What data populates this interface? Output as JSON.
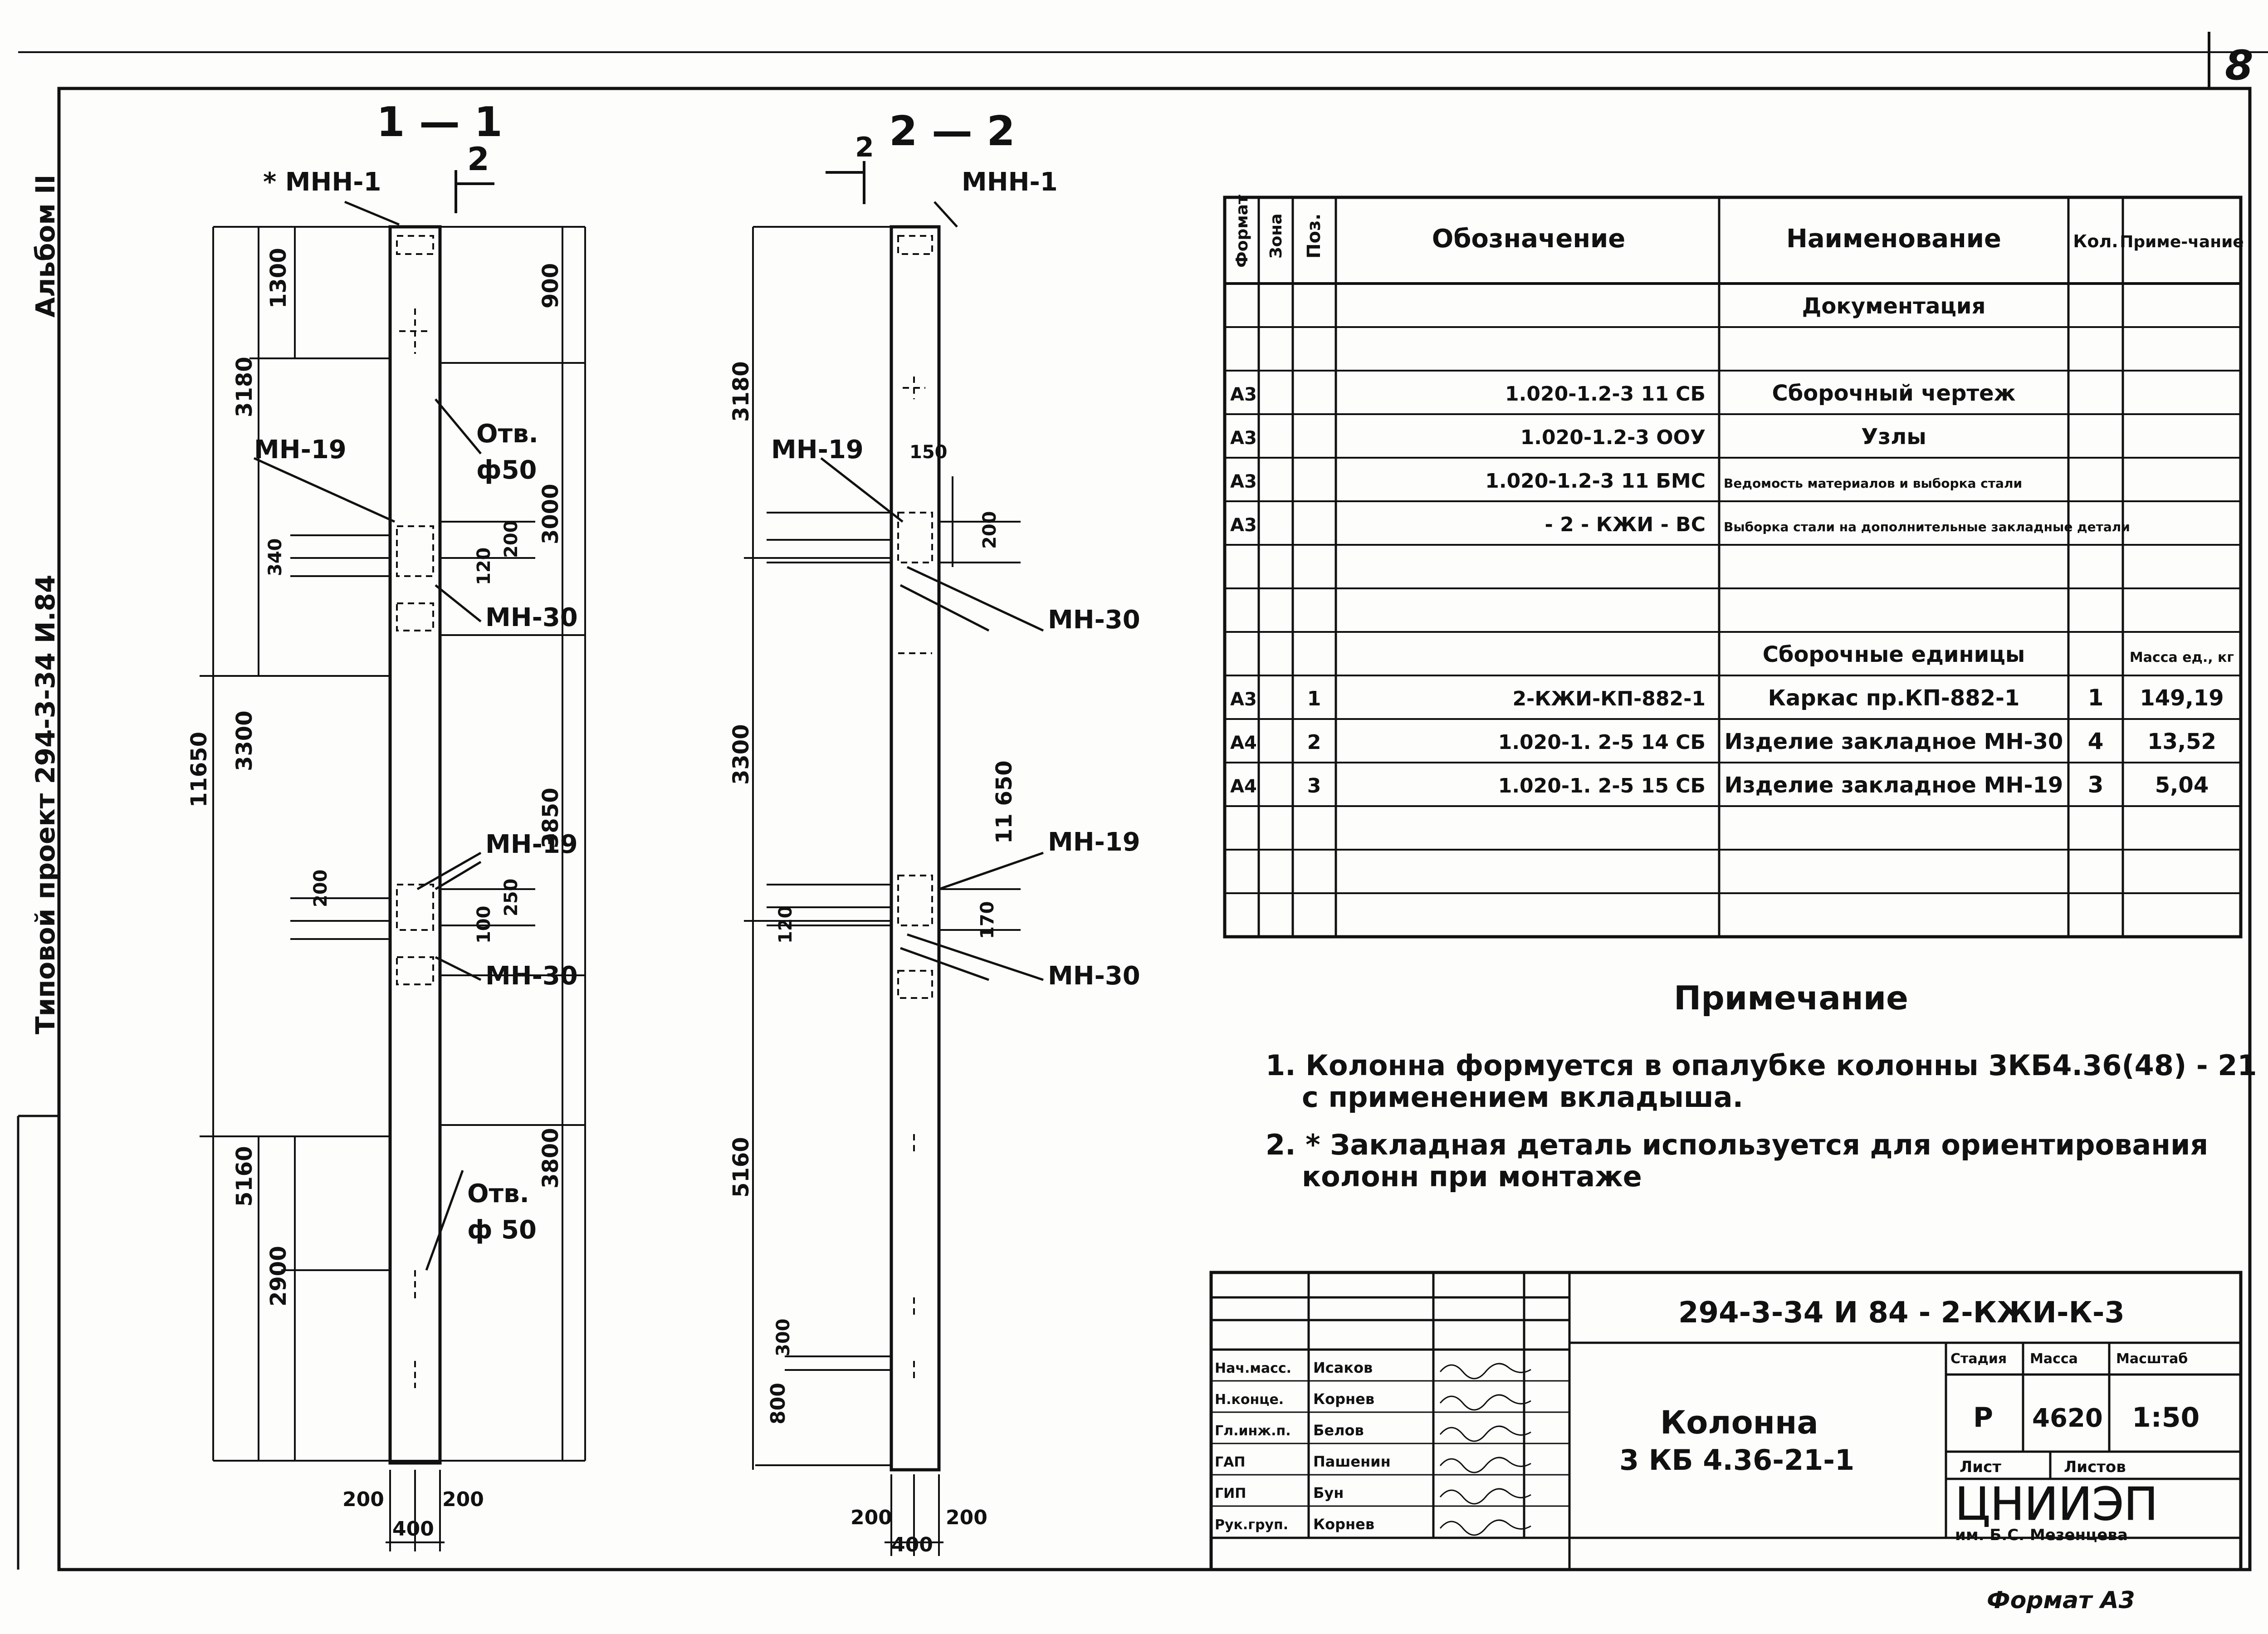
{
  "sheet": {
    "page_number": "8",
    "format_label": "Формат А3"
  },
  "sidebar": {
    "album": "Альбом II",
    "project": "Типовой проект 294-3-34 И.84"
  },
  "sections": {
    "section_1": {
      "title": "1 — 1",
      "marker": "2",
      "labels": {
        "mn1": "* МНН-1",
        "mn19_top": "МН-19",
        "mn30_top": "МН-30",
        "mn19_mid": "МН-19",
        "mn30_mid": "МН-30",
        "opening_top": "Отв.",
        "opening_top_d": "ф50",
        "opening_bottom": "Отв.",
        "opening_bottom_d": "ф 50"
      },
      "dims": {
        "d1300": "1300",
        "d3180": "3180",
        "d900": "900",
        "d3000": "3000",
        "d3300": "3300",
        "d11650": "11650",
        "d3850": "3850",
        "d5160": "5160",
        "d3800": "3800",
        "d2900": "2900",
        "d200a": "200",
        "d120": "120",
        "d340": "340",
        "d200b": "200",
        "d100": "100",
        "d250": "250",
        "w200l": "200",
        "w200r": "200",
        "w400": "400"
      }
    },
    "section_2": {
      "title": "2 — 2",
      "marker": "2",
      "labels": {
        "mnn1": "МНН-1",
        "mn19_top": "МН-19",
        "mn30_top": "МН-30",
        "mn19_mid": "МН-19",
        "mn30_mid": "МН-30"
      },
      "dims": {
        "d3180": "3180",
        "d150": "150",
        "d200": "200",
        "d3300": "3300",
        "d11650": "11 650",
        "d5160": "5160",
        "d800": "800",
        "d300": "300",
        "d120": "120",
        "d170": "170",
        "w200l": "200",
        "w200r": "200",
        "w400": "400"
      }
    }
  },
  "spec_table": {
    "headers": {
      "format": "Формат",
      "zone": "Зона",
      "pos": "Поз.",
      "designation": "Обозначение",
      "name": "Наименование",
      "qty": "Кол.",
      "note": "Приме-чание"
    },
    "rows": [
      {
        "format": "",
        "pos": "",
        "designation": "",
        "name": "Документация",
        "qty": "",
        "note": ""
      },
      {
        "format": "",
        "pos": "",
        "designation": "",
        "name": "",
        "qty": "",
        "note": ""
      },
      {
        "format": "А3",
        "pos": "",
        "designation": "1.020-1.2-3   11 СБ",
        "name": "Сборочный чертеж",
        "qty": "",
        "note": ""
      },
      {
        "format": "А3",
        "pos": "",
        "designation": "1.020-1.2-3   ООУ",
        "name": "Узлы",
        "qty": "",
        "note": ""
      },
      {
        "format": "А3",
        "pos": "",
        "designation": "1.020-1.2-3  11 БМС",
        "name": "Ведомость материалов и выборка стали",
        "qty": "",
        "note": ""
      },
      {
        "format": "А3",
        "pos": "",
        "designation": "- 2 - КЖИ - ВС",
        "name": "Выборка стали на дополнительные закладные детали",
        "qty": "",
        "note": ""
      },
      {
        "format": "",
        "pos": "",
        "designation": "",
        "name": "",
        "qty": "",
        "note": ""
      },
      {
        "format": "",
        "pos": "",
        "designation": "",
        "name": "",
        "qty": "",
        "note": ""
      },
      {
        "format": "",
        "pos": "",
        "designation": "",
        "name": "Сборочные единицы",
        "qty": "",
        "note": "Масса ед., кг"
      },
      {
        "format": "А3",
        "pos": "1",
        "designation": "2-КЖИ-КП-882-1",
        "name": "Каркас пр.КП-882-1",
        "qty": "1",
        "note": "149,19"
      },
      {
        "format": "А4",
        "pos": "2",
        "designation": "1.020-1. 2-5   14 СБ",
        "name": "Изделие закладное  МН-30",
        "qty": "4",
        "note": "13,52"
      },
      {
        "format": "А4",
        "pos": "3",
        "designation": "1.020-1. 2-5   15 СБ",
        "name": "Изделие закладное МН-19",
        "qty": "3",
        "note": "5,04"
      },
      {
        "format": "",
        "pos": "",
        "designation": "",
        "name": "",
        "qty": "",
        "note": ""
      },
      {
        "format": "",
        "pos": "",
        "designation": "",
        "name": "",
        "qty": "",
        "note": ""
      },
      {
        "format": "",
        "pos": "",
        "designation": "",
        "name": "",
        "qty": "",
        "note": ""
      }
    ]
  },
  "notes": {
    "heading": "Примечание",
    "item1_line1": "1. Колонна формуется в опалубке колонны 3КБ4.36(48) - 21",
    "item1_line2": "с применением вкладыша.",
    "item2_line1": "2. * Закладная деталь используется для ориентирования",
    "item2_line2": "колонн при монтаже"
  },
  "title_block": {
    "code": "294-3-34 И 84 - 2-КЖИ-К-3",
    "title_line1": "Колонна",
    "title_line2": "3 КБ 4.36-21-1",
    "stage_header": "Стадия",
    "mass_header": "Масса",
    "scale_header": "Масштаб",
    "stage": "Р",
    "mass": "4620",
    "scale": "1:50",
    "sheet_label": "Лист",
    "sheets_label": "Листов",
    "org": "ЦНИИЭП",
    "org_sub": "им. Б.С. Мезенцева",
    "staff": [
      {
        "role": "Нач.масс.",
        "name": "Исаков"
      },
      {
        "role": "Н.конце.",
        "name": "Корнев"
      },
      {
        "role": "Гл.инж.п.",
        "name": "Белов"
      },
      {
        "role": "ГАП",
        "name": "Пашенин"
      },
      {
        "role": "ГИП",
        "name": "Бун"
      },
      {
        "role": "Рук.груп.",
        "name": "Корнев"
      }
    ]
  }
}
